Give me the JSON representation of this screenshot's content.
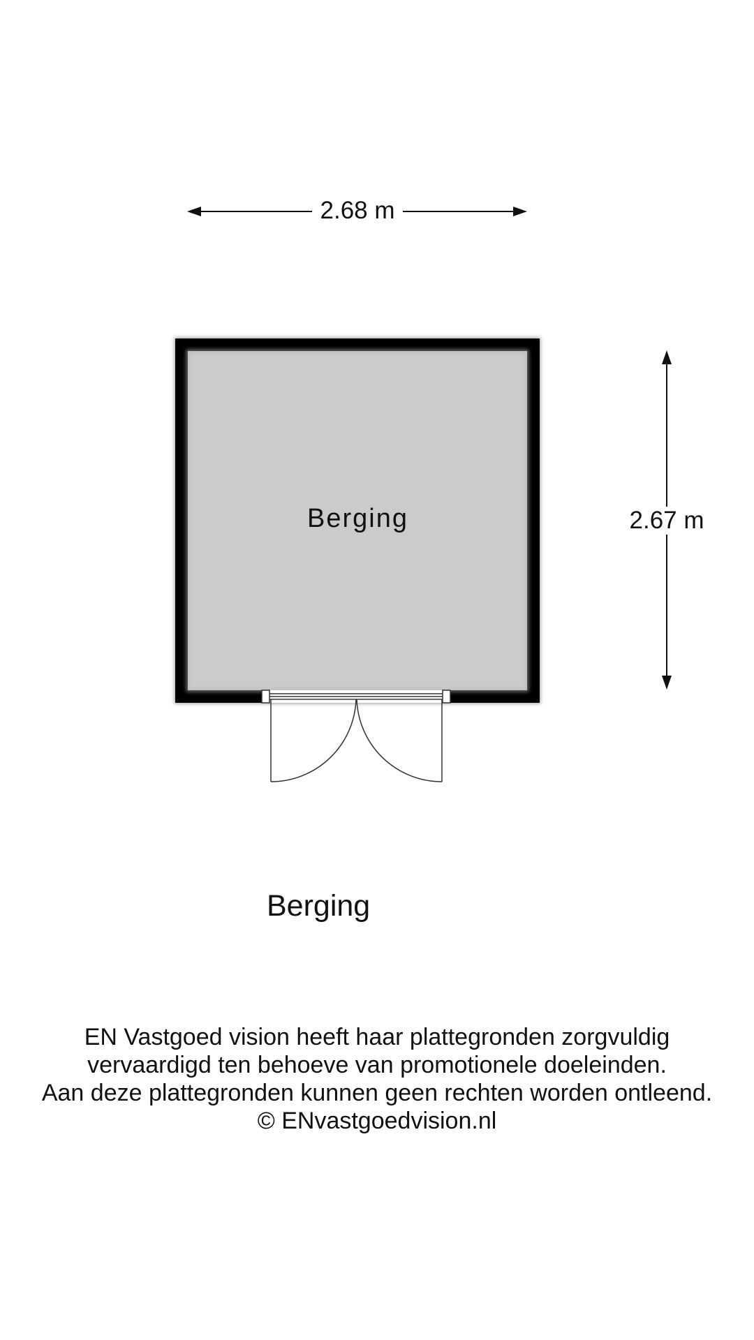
{
  "plan": {
    "room_name": "Berging",
    "width_label": "2.68 m",
    "height_label": "2.67 m",
    "title": "Berging"
  },
  "disclaimer": {
    "line1": "EN Vastgoed vision heeft haar plattegronden zorgvuldig",
    "line2": "vervaardigd ten behoeve van promotionele doeleinden.",
    "line3": "Aan deze plattegronden kunnen geen rechten worden ontleend.",
    "line4": "© ENvastgoedvision.nl"
  },
  "colors": {
    "wall": "#000000",
    "floor": "#cbcbcb",
    "background": "#ffffff",
    "text": "#111111"
  }
}
